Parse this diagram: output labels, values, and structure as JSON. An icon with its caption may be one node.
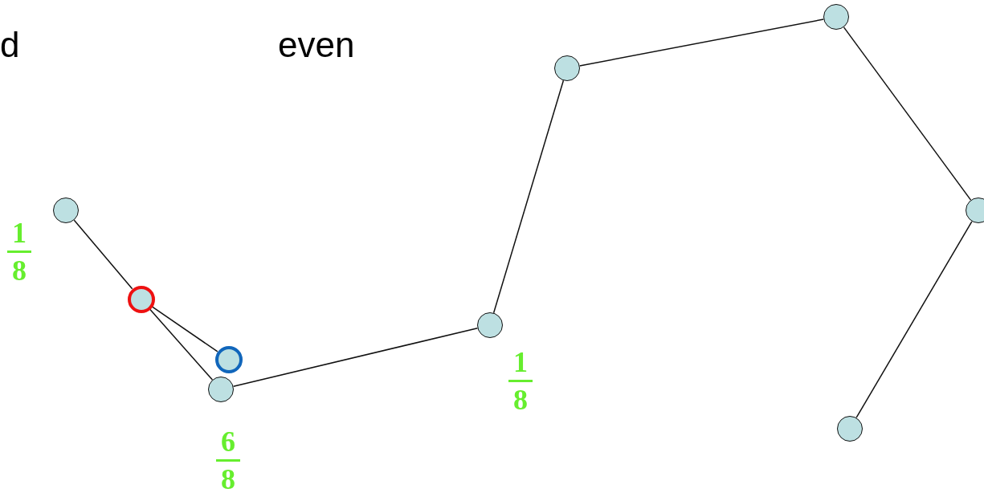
{
  "diagram": {
    "nodes": [
      {
        "text": [],
        "shape": "circle",
        "beside": [
          "1",
          "8"
        ]
      },
      {
        "text": [],
        "shape": "circle"
      },
      {
        "text": [],
        "shape": "circle"
      },
      {
        "text": [],
        "shape": "circle",
        "beside": [
          "6",
          "8"
        ]
      },
      {
        "text": [],
        "shape": "circle",
        "beside": [
          "1",
          "8"
        ]
      },
      {
        "text": [],
        "shape": "circle"
      },
      {
        "text": [],
        "shape": "circle"
      },
      {
        "text": [],
        "shape": "circle"
      },
      {
        "text": [],
        "shape": "circle"
      }
    ],
    "edges": [
      {
        "from": 0,
        "to": 1,
        "arrow": "none"
      },
      {
        "from": 1,
        "to": 2,
        "arrow": "none"
      },
      {
        "from": 1,
        "to": 3,
        "arrow": "none"
      },
      {
        "from": 3,
        "to": 4,
        "arrow": "none"
      },
      {
        "from": 4,
        "to": 5,
        "arrow": "none"
      },
      {
        "from": 5,
        "to": 6,
        "arrow": "none"
      },
      {
        "from": 6,
        "to": 7,
        "arrow": "none"
      },
      {
        "from": 7,
        "to": 8,
        "arrow": "none"
      }
    ],
    "labels": [
      "d",
      "even"
    ]
  }
}
